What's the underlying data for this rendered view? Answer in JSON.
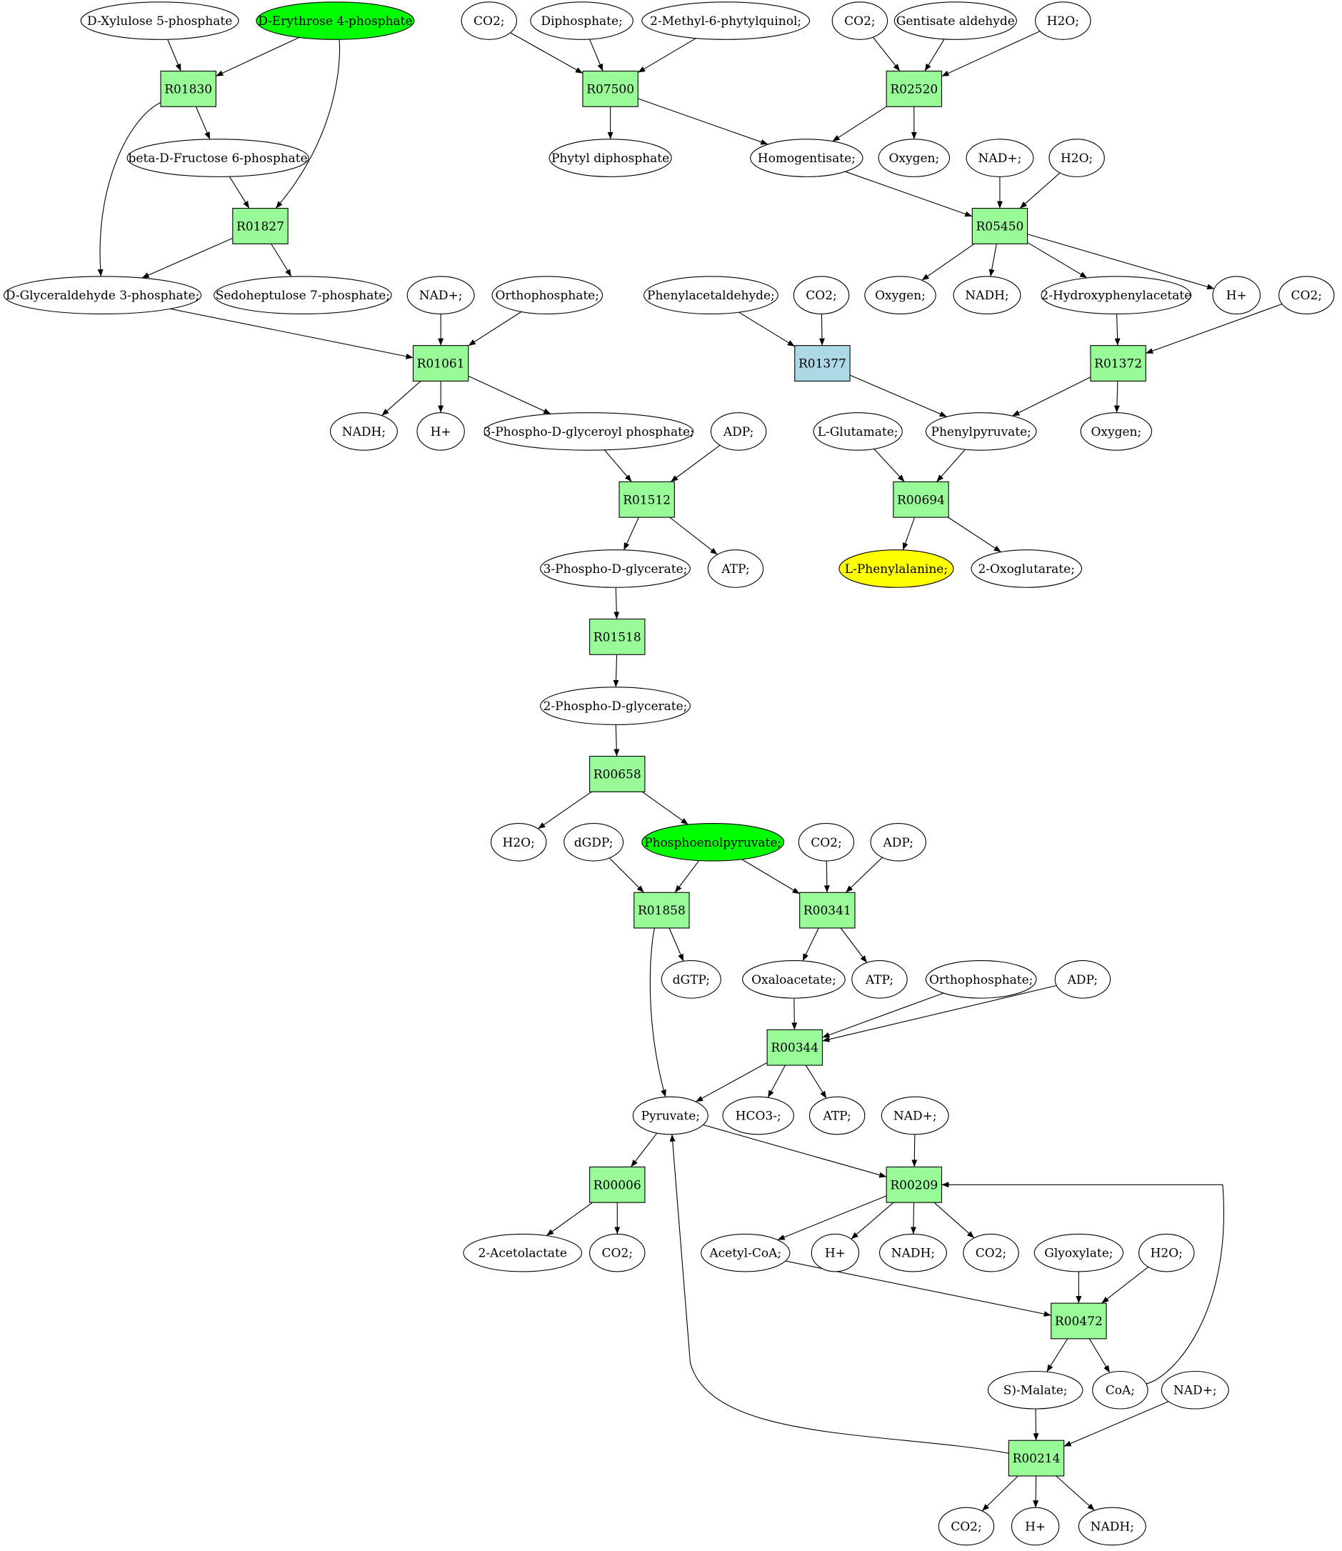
{
  "colors": {
    "compound": "#ffffff",
    "reaction": "#98fb98",
    "reaction_special": "#add8e6",
    "highlight_green": "#00ff00",
    "target_yellow": "#ffff00",
    "stroke": "#000000"
  },
  "compounds": {
    "c1": {
      "label": "D-Xylulose 5-phosphate",
      "color": "compound"
    },
    "c2": {
      "label": "D-Erythrose 4-phosphate",
      "color": "highlight_green"
    },
    "c3": {
      "label": "CO2;",
      "color": "compound"
    },
    "c4": {
      "label": "Diphosphate;",
      "color": "compound"
    },
    "c5": {
      "label": "2-Methyl-6-phytylquinol;",
      "color": "compound"
    },
    "c6": {
      "label": "CO2;",
      "color": "compound"
    },
    "c7": {
      "label": "Gentisate aldehyde",
      "color": "compound"
    },
    "c8": {
      "label": "H2O;",
      "color": "compound"
    },
    "c9": {
      "label": "beta-D-Fructose 6-phosphate",
      "color": "compound"
    },
    "c10": {
      "label": "Phytyl diphosphate",
      "color": "compound"
    },
    "c11": {
      "label": "Homogentisate;",
      "color": "compound"
    },
    "c12": {
      "label": "Oxygen;",
      "color": "compound"
    },
    "c13": {
      "label": "NAD+;",
      "color": "compound"
    },
    "c14": {
      "label": "H2O;",
      "color": "compound"
    },
    "c15": {
      "label": "D-Glyceraldehyde 3-phosphate;",
      "color": "compound"
    },
    "c16": {
      "label": "Sedoheptulose 7-phosphate;",
      "color": "compound"
    },
    "c17": {
      "label": "NAD+;",
      "color": "compound"
    },
    "c18": {
      "label": "Orthophosphate;",
      "color": "compound"
    },
    "c19": {
      "label": "Phenylacetaldehyde;",
      "color": "compound"
    },
    "c20": {
      "label": "CO2;",
      "color": "compound"
    },
    "c21": {
      "label": "Oxygen;",
      "color": "compound"
    },
    "c22": {
      "label": "NADH;",
      "color": "compound"
    },
    "c23": {
      "label": "2-Hydroxyphenylacetate",
      "color": "compound"
    },
    "c24": {
      "label": "H+",
      "color": "compound"
    },
    "c25": {
      "label": "CO2;",
      "color": "compound"
    },
    "c26": {
      "label": "NADH;",
      "color": "compound"
    },
    "c27": {
      "label": "H+",
      "color": "compound"
    },
    "c28": {
      "label": "3-Phospho-D-glyceroyl phosphate;",
      "color": "compound"
    },
    "c29": {
      "label": "ADP;",
      "color": "compound"
    },
    "c30": {
      "label": "L-Glutamate;",
      "color": "compound"
    },
    "c31": {
      "label": "Phenylpyruvate;",
      "color": "compound"
    },
    "c32": {
      "label": "Oxygen;",
      "color": "compound"
    },
    "c33": {
      "label": "3-Phospho-D-glycerate;",
      "color": "compound"
    },
    "c34": {
      "label": "ATP;",
      "color": "compound"
    },
    "c35": {
      "label": "L-Phenylalanine;",
      "color": "target_yellow"
    },
    "c36": {
      "label": "2-Oxoglutarate;",
      "color": "compound"
    },
    "c37": {
      "label": "2-Phospho-D-glycerate;",
      "color": "compound"
    },
    "c38": {
      "label": "H2O;",
      "color": "compound"
    },
    "c39": {
      "label": "dGDP;",
      "color": "compound"
    },
    "c40": {
      "label": "Phosphoenolpyruvate;",
      "color": "highlight_green"
    },
    "c41": {
      "label": "CO2;",
      "color": "compound"
    },
    "c42": {
      "label": "ADP;",
      "color": "compound"
    },
    "c43": {
      "label": "dGTP;",
      "color": "compound"
    },
    "c44": {
      "label": "Oxaloacetate;",
      "color": "compound"
    },
    "c45": {
      "label": "ATP;",
      "color": "compound"
    },
    "c46": {
      "label": "Orthophosphate;",
      "color": "compound"
    },
    "c47": {
      "label": "ADP;",
      "color": "compound"
    },
    "c48": {
      "label": "Pyruvate;",
      "color": "compound"
    },
    "c49": {
      "label": "HCO3-;",
      "color": "compound"
    },
    "c50": {
      "label": "ATP;",
      "color": "compound"
    },
    "c51": {
      "label": "NAD+;",
      "color": "compound"
    },
    "c52": {
      "label": "2-Acetolactate",
      "color": "compound"
    },
    "c53": {
      "label": "CO2;",
      "color": "compound"
    },
    "c54": {
      "label": "Acetyl-CoA;",
      "color": "compound"
    },
    "c55": {
      "label": "H+",
      "color": "compound"
    },
    "c56": {
      "label": "NADH;",
      "color": "compound"
    },
    "c57": {
      "label": "CO2;",
      "color": "compound"
    },
    "c58": {
      "label": "Glyoxylate;",
      "color": "compound"
    },
    "c59": {
      "label": "H2O;",
      "color": "compound"
    },
    "c60": {
      "label": "S)-Malate;",
      "color": "compound"
    },
    "c61": {
      "label": "CoA;",
      "color": "compound"
    },
    "c62": {
      "label": "NAD+;",
      "color": "compound"
    },
    "c63": {
      "label": "CO2;",
      "color": "compound"
    },
    "c64": {
      "label": "H+",
      "color": "compound"
    },
    "c65": {
      "label": "NADH;",
      "color": "compound"
    }
  },
  "reactions": {
    "R01830": {
      "label": "R01830",
      "color": "reaction"
    },
    "R07500": {
      "label": "R07500",
      "color": "reaction"
    },
    "R02520": {
      "label": "R02520",
      "color": "reaction"
    },
    "R01827": {
      "label": "R01827",
      "color": "reaction"
    },
    "R05450": {
      "label": "R05450",
      "color": "reaction"
    },
    "R01061": {
      "label": "R01061",
      "color": "reaction"
    },
    "R01377": {
      "label": "R01377",
      "color": "reaction_special"
    },
    "R01372": {
      "label": "R01372",
      "color": "reaction"
    },
    "R01512": {
      "label": "R01512",
      "color": "reaction"
    },
    "R00694": {
      "label": "R00694",
      "color": "reaction"
    },
    "R01518": {
      "label": "R01518",
      "color": "reaction"
    },
    "R00658": {
      "label": "R00658",
      "color": "reaction"
    },
    "R01858": {
      "label": "R01858",
      "color": "reaction"
    },
    "R00341": {
      "label": "R00341",
      "color": "reaction"
    },
    "R00344": {
      "label": "R00344",
      "color": "reaction"
    },
    "R00006": {
      "label": "R00006",
      "color": "reaction"
    },
    "R00209": {
      "label": "R00209",
      "color": "reaction"
    },
    "R00472": {
      "label": "R00472",
      "color": "reaction"
    },
    "R00214": {
      "label": "R00214",
      "color": "reaction"
    }
  },
  "edges": [
    [
      "c1",
      "R01830"
    ],
    [
      "c2",
      "R01830"
    ],
    [
      "c2",
      "R01827"
    ],
    [
      "R01830",
      "c9"
    ],
    [
      "R01830",
      "c15"
    ],
    [
      "c9",
      "R01827"
    ],
    [
      "R01827",
      "c15"
    ],
    [
      "R01827",
      "c16"
    ],
    [
      "c3",
      "R07500"
    ],
    [
      "c4",
      "R07500"
    ],
    [
      "c5",
      "R07500"
    ],
    [
      "R07500",
      "c10"
    ],
    [
      "R07500",
      "c11"
    ],
    [
      "c6",
      "R02520"
    ],
    [
      "c7",
      "R02520"
    ],
    [
      "c8",
      "R02520"
    ],
    [
      "R02520",
      "c11"
    ],
    [
      "R02520",
      "c12"
    ],
    [
      "c11",
      "R05450"
    ],
    [
      "c13",
      "R05450"
    ],
    [
      "c14",
      "R05450"
    ],
    [
      "R05450",
      "c21"
    ],
    [
      "R05450",
      "c22"
    ],
    [
      "R05450",
      "c23"
    ],
    [
      "R05450",
      "c24"
    ],
    [
      "c15",
      "R01061"
    ],
    [
      "c17",
      "R01061"
    ],
    [
      "c18",
      "R01061"
    ],
    [
      "R01061",
      "c26"
    ],
    [
      "R01061",
      "c27"
    ],
    [
      "R01061",
      "c28"
    ],
    [
      "c19",
      "R01377"
    ],
    [
      "c20",
      "R01377"
    ],
    [
      "R01377",
      "c31"
    ],
    [
      "c23",
      "R01372"
    ],
    [
      "c25",
      "R01372"
    ],
    [
      "R01372",
      "c31"
    ],
    [
      "R01372",
      "c32"
    ],
    [
      "c28",
      "R01512"
    ],
    [
      "c29",
      "R01512"
    ],
    [
      "R01512",
      "c33"
    ],
    [
      "R01512",
      "c34"
    ],
    [
      "c30",
      "R00694"
    ],
    [
      "c31",
      "R00694"
    ],
    [
      "R00694",
      "c35"
    ],
    [
      "R00694",
      "c36"
    ],
    [
      "c33",
      "R01518"
    ],
    [
      "R01518",
      "c37"
    ],
    [
      "c37",
      "R00658"
    ],
    [
      "R00658",
      "c38"
    ],
    [
      "R00658",
      "c40"
    ],
    [
      "c39",
      "R01858"
    ],
    [
      "c40",
      "R01858"
    ],
    [
      "R01858",
      "c43"
    ],
    [
      "R01858",
      "c48"
    ],
    [
      "c40",
      "R00341"
    ],
    [
      "c41",
      "R00341"
    ],
    [
      "c42",
      "R00341"
    ],
    [
      "R00341",
      "c44"
    ],
    [
      "R00341",
      "c45"
    ],
    [
      "c44",
      "R00344"
    ],
    [
      "c46",
      "R00344"
    ],
    [
      "c47",
      "R00344"
    ],
    [
      "R00344",
      "c48"
    ],
    [
      "R00344",
      "c49"
    ],
    [
      "R00344",
      "c50"
    ],
    [
      "c48",
      "R00006"
    ],
    [
      "R00006",
      "c52"
    ],
    [
      "R00006",
      "c53"
    ],
    [
      "c48",
      "R00209"
    ],
    [
      "c51",
      "R00209"
    ],
    [
      "c61",
      "R00209"
    ],
    [
      "R00209",
      "c54"
    ],
    [
      "R00209",
      "c55"
    ],
    [
      "R00209",
      "c56"
    ],
    [
      "R00209",
      "c57"
    ],
    [
      "c54",
      "R00472"
    ],
    [
      "c58",
      "R00472"
    ],
    [
      "c59",
      "R00472"
    ],
    [
      "R00472",
      "c60"
    ],
    [
      "R00472",
      "c61"
    ],
    [
      "c60",
      "R00214"
    ],
    [
      "c62",
      "R00214"
    ],
    [
      "R00214",
      "c48"
    ],
    [
      "R00214",
      "c63"
    ],
    [
      "R00214",
      "c64"
    ],
    [
      "R00214",
      "c65"
    ]
  ]
}
